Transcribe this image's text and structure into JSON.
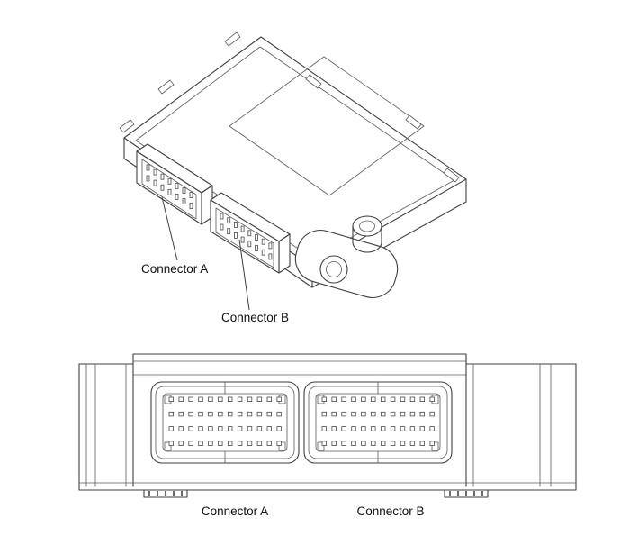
{
  "diagram": {
    "background_color": "#ffffff",
    "line_color": "#3f3f3f",
    "isometric_view": {
      "connector_a_label": "Connector A",
      "connector_b_label": "Connector B"
    },
    "front_view": {
      "connector_a_label": "Connector A",
      "connector_b_label": "Connector B"
    }
  }
}
